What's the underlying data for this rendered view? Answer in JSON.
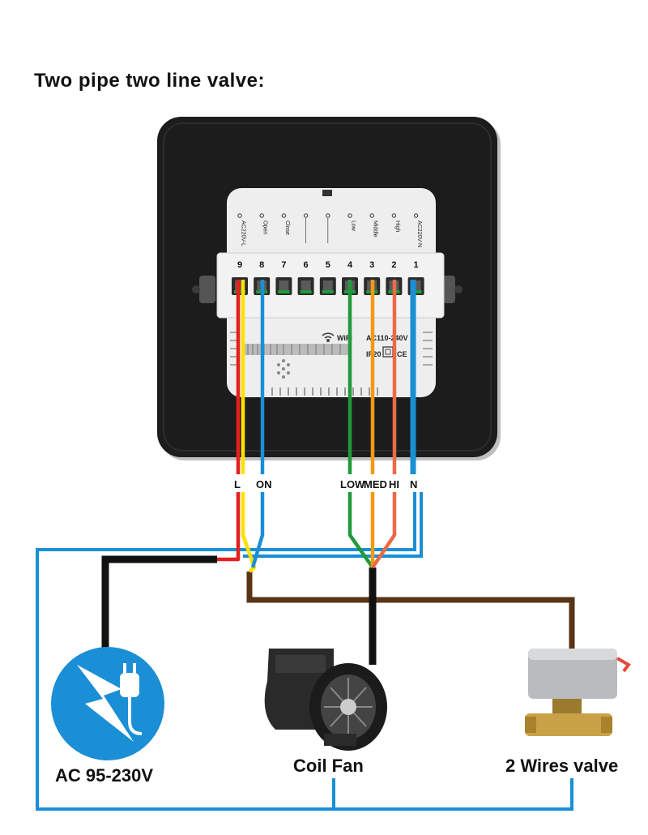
{
  "title": "Two pipe two line valve:",
  "device": {
    "terminals": [
      {
        "number": "9",
        "label": "AC220V-L"
      },
      {
        "number": "8",
        "label": "Open"
      },
      {
        "number": "7",
        "label": "Close"
      },
      {
        "number": "6",
        "label": ""
      },
      {
        "number": "5",
        "label": ""
      },
      {
        "number": "4",
        "label": "Low"
      },
      {
        "number": "3",
        "label": "Middle"
      },
      {
        "number": "2",
        "label": "High"
      },
      {
        "number": "1",
        "label": "AC220V-N"
      }
    ],
    "wifi_label": "WiFi",
    "voltage_label": "AC110-240V",
    "ip_label": "IP20",
    "ce_label": "CE"
  },
  "wire_labels": {
    "l": "L",
    "on": "ON",
    "low": "LOW",
    "med": "MED",
    "hi": "HI",
    "n": "N"
  },
  "components": {
    "power": "AC 95-230V",
    "fan": "Coil Fan",
    "valve": "2 Wires valve"
  },
  "colors": {
    "red": "#e3201b",
    "yellow": "#ffe000",
    "blue": "#1a8fd6",
    "green": "#1f9a3a",
    "orange": "#f39a12",
    "salmon": "#ec6a45",
    "brown": "#5a3416",
    "black": "#111111",
    "panel": "#1c1c1c"
  }
}
